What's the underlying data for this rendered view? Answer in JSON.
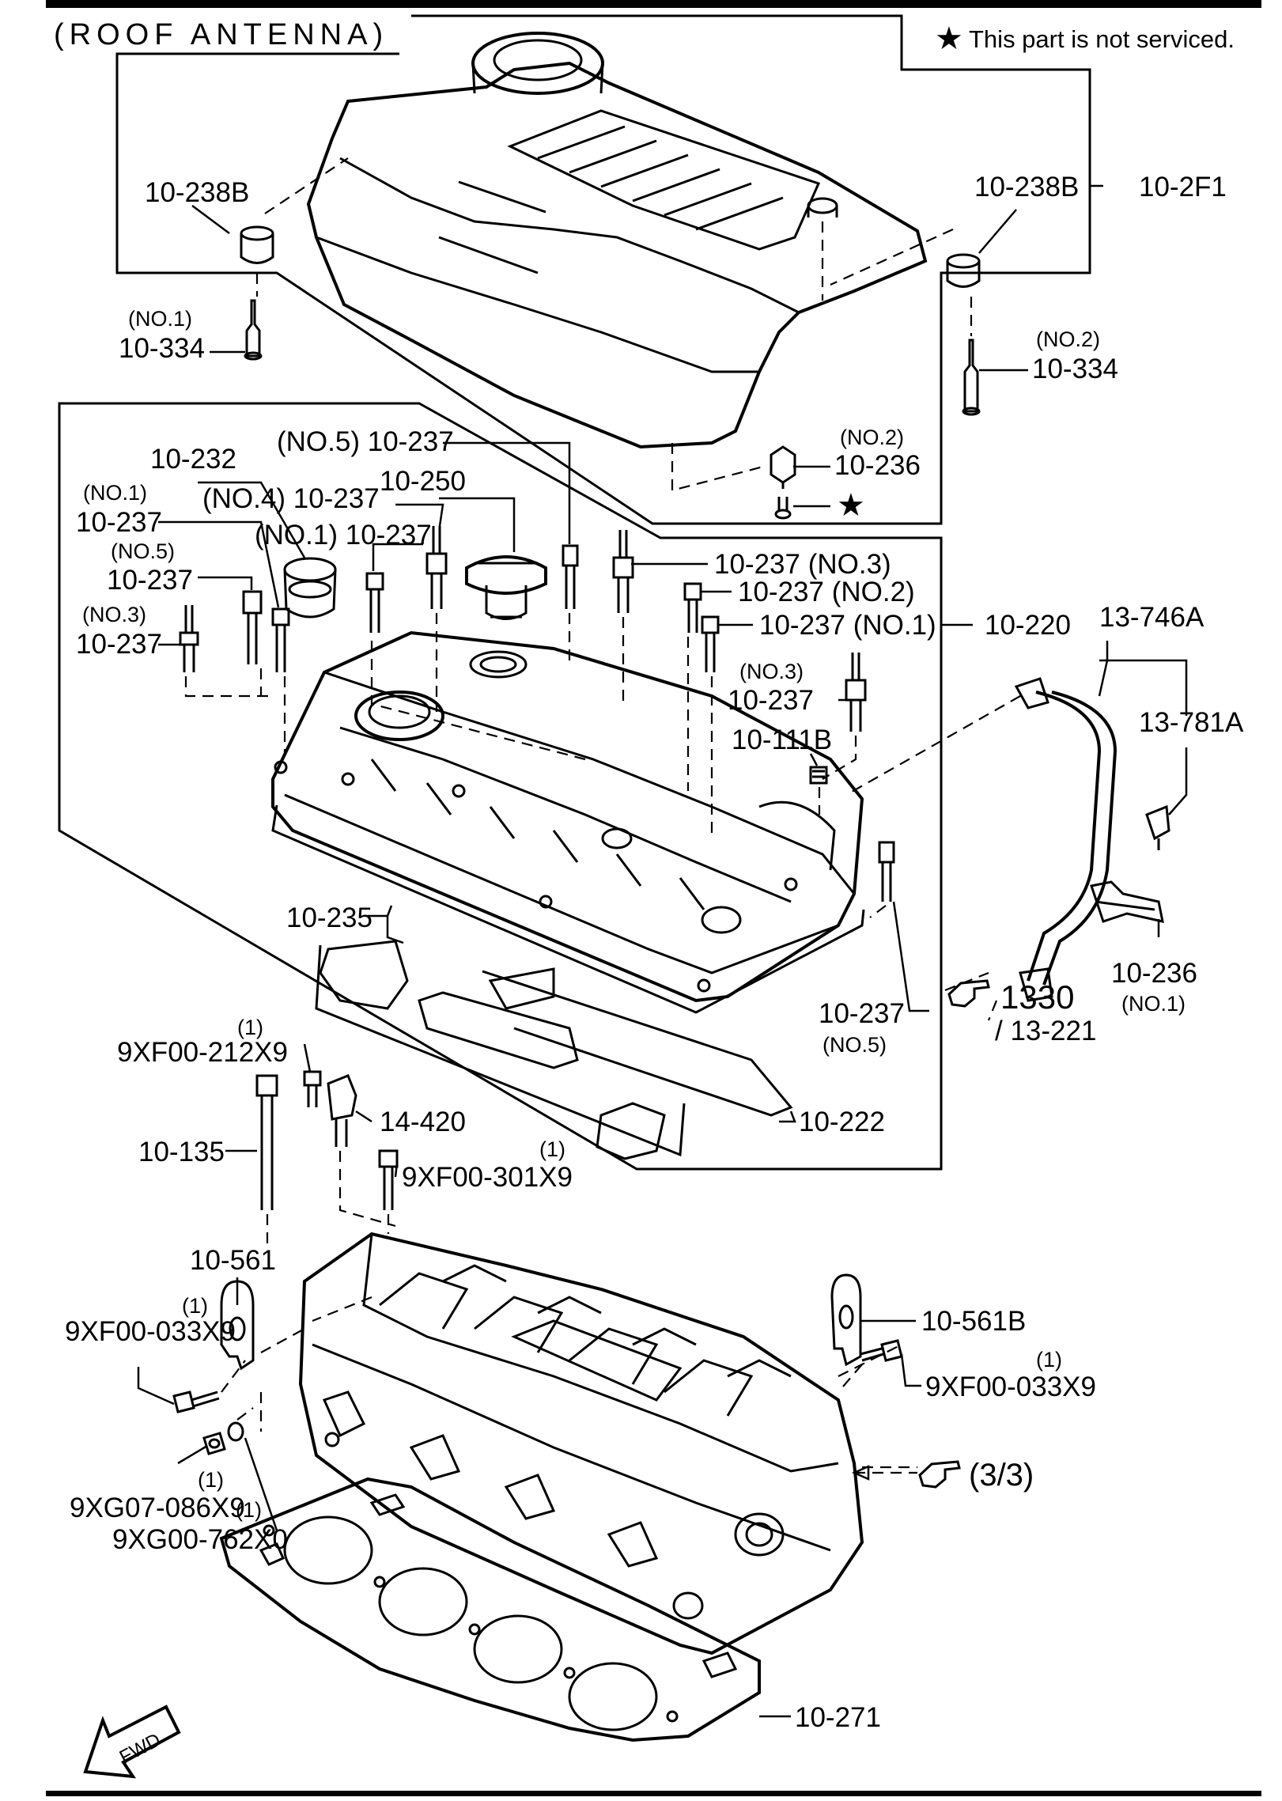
{
  "header": {
    "section_title": "(ROOF ANTENNA)",
    "note_symbol": "★",
    "note_text": "This part is not serviced."
  },
  "labels": {
    "l_238B_left": "10-238B",
    "l_238B_right": "10-238B",
    "l_2F1": "10-2F1",
    "l_334_left_no": "(NO.1)",
    "l_334_left": "10-334",
    "l_334_right_no": "(NO.2)",
    "l_334_right": "10-334",
    "l_236_top_no": "(NO.2)",
    "l_236_top": "10-236",
    "l_star": "★",
    "l_232": "10-232",
    "l_237_no5_top": "(NO.5) 10-237",
    "l_250": "10-250",
    "l_237_no4": "(NO.4) 10-237",
    "l_237_no1_mid": "(NO.1) 10-237",
    "l_237_no1_left_no": "(NO.1)",
    "l_237_no1_left": "10-237",
    "l_237_no5_left_no": "(NO.5)",
    "l_237_no5_left": "10-237",
    "l_237_no3_left_no": "(NO.3)",
    "l_237_no3_left": "10-237",
    "l_237_r1": "10-237 (NO.3)",
    "l_237_r2": "10-237 (NO.2)",
    "l_237_r3": "10-237 (NO.1)",
    "l_237_r4_no": "(NO.3)",
    "l_237_r4": "10-237",
    "l_111B": "10-111B",
    "l_220": "10-220",
    "l_746A": "13-746A",
    "l_781A": "13-781A",
    "l_235": "10-235",
    "l_237_no5_low": "10-237",
    "l_237_no5_low_no": "(NO.5)",
    "l_236_low": "10-236",
    "l_236_low_no": "(NO.1)",
    "l_ref_1330": "1330",
    "l_ref_13221": "/ 13-221",
    "l_212X9_qty": "(1)",
    "l_212X9": "9XF00-212X9",
    "l_14420": "14-420",
    "l_135": "10-135",
    "l_301X9_qty": "(1)",
    "l_301X9": "9XF00-301X9",
    "l_222": "10-222",
    "l_561": "10-561",
    "l_033X9_left_qty": "(1)",
    "l_033X9_left": "9XF00-033X9",
    "l_561B": "10-561B",
    "l_033X9_right_qty": "(1)",
    "l_033X9_right": "9XF00-033X9",
    "l_086X9_qty": "(1)",
    "l_086X9": "9XG07-086X9",
    "l_762X0_qty": "(1)",
    "l_762X0": "9XG00-762X0",
    "l_ref_33": "(3/3)",
    "l_271": "10-271",
    "l_fwd": "FWD"
  }
}
